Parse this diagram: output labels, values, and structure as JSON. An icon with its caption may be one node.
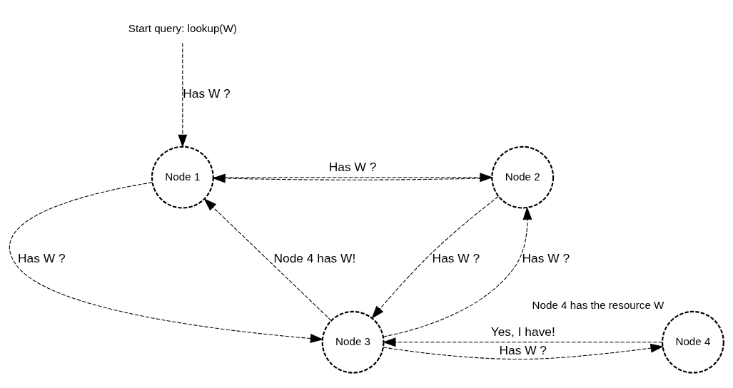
{
  "diagram": {
    "nodes": [
      {
        "text": [
          "Start query: lookup(W)"
        ]
      },
      {
        "text": [
          "Node 1"
        ]
      },
      {
        "text": [
          "Node 2"
        ]
      },
      {
        "text": [
          "Node 3"
        ]
      },
      {
        "text": [
          "Node 4"
        ],
        "beside": [
          "Node 4 has the resource W"
        ]
      }
    ],
    "edges": [
      {
        "from": 0,
        "to": 1,
        "arrow": "to",
        "label": "Has W ?"
      },
      {
        "from": 1,
        "to": 2,
        "arrow": "to",
        "label": "Has W ?"
      },
      {
        "from": 2,
        "to": 1,
        "arrow": "to"
      },
      {
        "from": 1,
        "to": 3,
        "arrow": "to",
        "label": "Has W ?"
      },
      {
        "from": 3,
        "to": 1,
        "arrow": "to",
        "label": "Node 4 has W!"
      },
      {
        "from": 3,
        "to": 2,
        "arrow": "to",
        "label": "Has W ?"
      },
      {
        "from": 2,
        "to": 3,
        "arrow": "to",
        "label": "Has W ?"
      },
      {
        "from": 3,
        "to": 4,
        "arrow": "to",
        "label": "Has W ?"
      },
      {
        "from": 4,
        "to": 3,
        "arrow": "to",
        "label": "Yes, I have!"
      }
    ]
  }
}
